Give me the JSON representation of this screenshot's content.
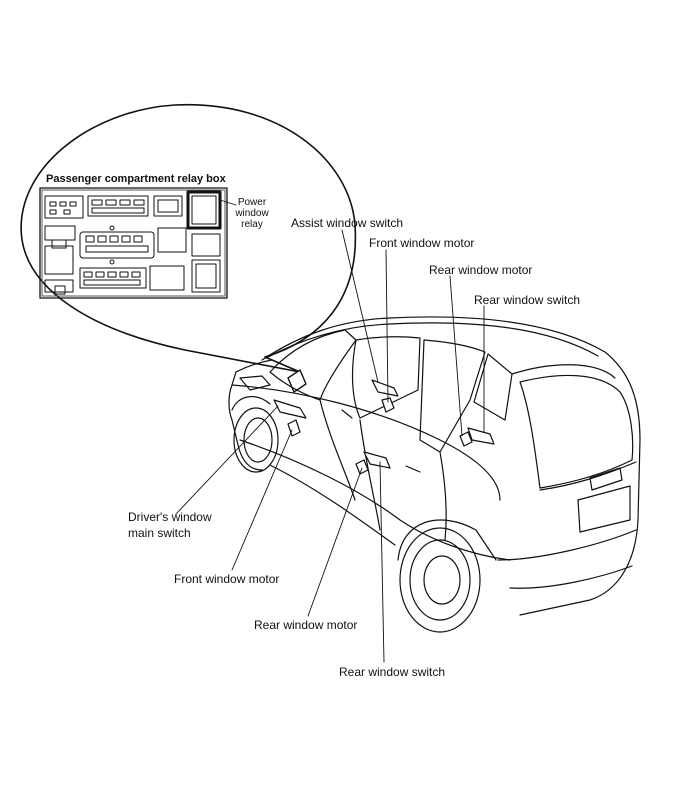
{
  "inset": {
    "title": "Passenger compartment relay box",
    "relay_label_line1": "Power",
    "relay_label_line2": "window",
    "relay_label_line3": "relay"
  },
  "callouts": {
    "assist_window_switch": "Assist window switch",
    "front_window_motor_right": "Front window motor",
    "rear_window_motor_right": "Rear window motor",
    "rear_window_switch_right": "Rear window switch",
    "drivers_window_line1": "Driver's window",
    "drivers_window_line2": "main switch",
    "front_window_motor_left": "Front window motor",
    "rear_window_motor_left": "Rear window motor",
    "rear_window_switch_left": "Rear window switch"
  }
}
